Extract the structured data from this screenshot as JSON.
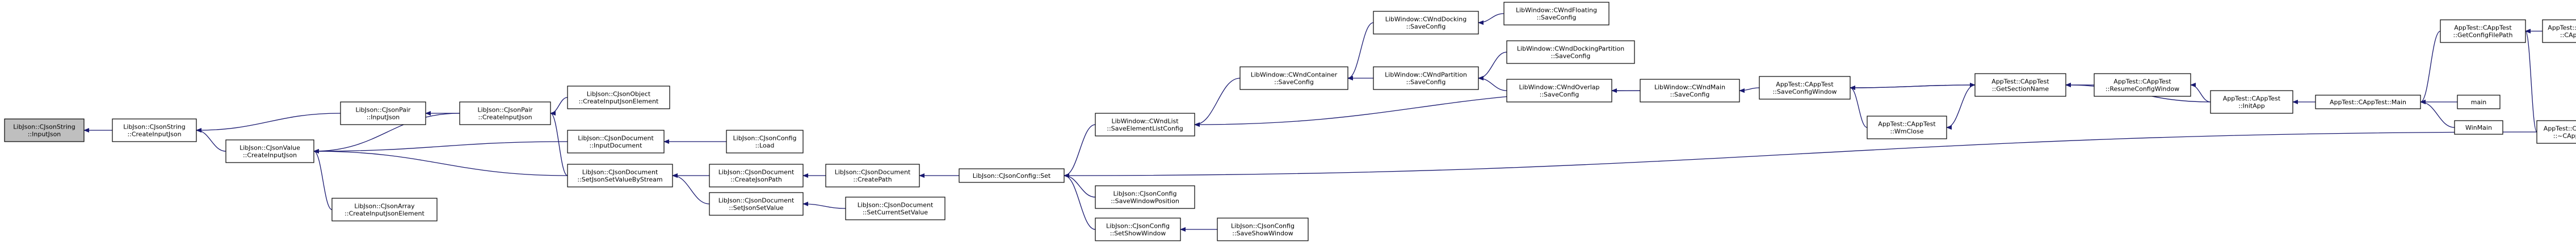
{
  "colors": {
    "edge": "#191970",
    "node_fill": "#ffffff",
    "node_stroke": "#000000",
    "root_fill": "#bfbfbf",
    "background": "#ffffff"
  },
  "nodes": [
    {
      "id": "n_inputjson",
      "lines": [
        "LibJson::CJsonString",
        "::InputJson"
      ],
      "root": true
    },
    {
      "id": "n_string_createinput",
      "lines": [
        "LibJson::CJsonString",
        "::CreateInputJson"
      ]
    },
    {
      "id": "n_pair_input",
      "lines": [
        "LibJson::CJsonPair",
        "::InputJson"
      ]
    },
    {
      "id": "n_value_createinput",
      "lines": [
        "LibJson::CJsonValue",
        "::CreateInputJson"
      ]
    },
    {
      "id": "n_pair_createinput",
      "lines": [
        "LibJson::CJsonPair",
        "::CreateInputJson"
      ]
    },
    {
      "id": "n_array_element",
      "lines": [
        "LibJson::CJsonArray",
        "::CreateInputJsonElement"
      ]
    },
    {
      "id": "n_object_element",
      "lines": [
        "LibJson::CJsonObject",
        "::CreateInputJsonElement"
      ]
    },
    {
      "id": "n_doc_input",
      "lines": [
        "LibJson::CJsonDocument",
        "::InputDocument"
      ]
    },
    {
      "id": "n_doc_setbystream",
      "lines": [
        "LibJson::CJsonDocument",
        "::SetJsonSetValueByStream"
      ]
    },
    {
      "id": "n_doc_setvalue",
      "lines": [
        "LibJson::CJsonDocument",
        "::SetJsonSetValue"
      ]
    },
    {
      "id": "n_config_load",
      "lines": [
        "LibJson::CJsonConfig",
        "::Load"
      ]
    },
    {
      "id": "n_doc_createjsonpath",
      "lines": [
        "LibJson::CJsonDocument",
        "::CreateJsonPath"
      ]
    },
    {
      "id": "n_doc_createpath",
      "lines": [
        "LibJson::CJsonDocument",
        "::CreatePath"
      ]
    },
    {
      "id": "n_doc_setcurrent",
      "lines": [
        "LibJson::CJsonDocument",
        "::SetCurrentSetValue"
      ]
    },
    {
      "id": "n_config_set",
      "lines": [
        "LibJson::CJsonConfig::Set"
      ]
    },
    {
      "id": "n_wndlist_save",
      "lines": [
        "LibWindow::CWndList",
        "::SaveElementListConfig"
      ]
    },
    {
      "id": "n_config_savewinpos",
      "lines": [
        "LibJson::CJsonConfig",
        "::SaveWindowPosition"
      ]
    },
    {
      "id": "n_config_setshow",
      "lines": [
        "LibJson::CJsonConfig",
        "::SetShowWindow"
      ]
    },
    {
      "id": "n_config_saveshow",
      "lines": [
        "LibJson::CJsonConfig",
        "::SaveShowWindow"
      ]
    },
    {
      "id": "n_wndcontainer_save",
      "lines": [
        "LibWindow::CWndContainer",
        "::SaveConfig"
      ]
    },
    {
      "id": "n_wnddocking_save",
      "lines": [
        "LibWindow::CWndDocking",
        "::SaveConfig"
      ]
    },
    {
      "id": "n_wndfloating_save",
      "lines": [
        "LibWindow::CWndFloating",
        "::SaveConfig"
      ]
    },
    {
      "id": "n_wndpartition_save",
      "lines": [
        "LibWindow::CWndPartition",
        "::SaveConfig"
      ]
    },
    {
      "id": "n_wnddockpart_save",
      "lines": [
        "LibWindow::CWndDockingPartition",
        "::SaveConfig"
      ]
    },
    {
      "id": "n_wndoverlap_save",
      "lines": [
        "LibWindow::CWndOverlap",
        "::SaveConfig"
      ]
    },
    {
      "id": "n_wndmain_save",
      "lines": [
        "LibWindow::CWndMain",
        "::SaveConfig"
      ]
    },
    {
      "id": "n_app_saveconfigwindow",
      "lines": [
        "AppTest::CAppTest",
        "::SaveConfigWindow"
      ]
    },
    {
      "id": "n_app_wmclose",
      "lines": [
        "AppTest::CAppTest",
        "::WmClose"
      ]
    },
    {
      "id": "n_app_getsectionname",
      "lines": [
        "AppTest::CAppTest",
        "::GetSectionName"
      ]
    },
    {
      "id": "n_app_resume",
      "lines": [
        "AppTest::CAppTest",
        "::ResumeConfigWindow"
      ]
    },
    {
      "id": "n_app_initapp",
      "lines": [
        "AppTest::CAppTest",
        "::InitApp"
      ]
    },
    {
      "id": "n_app_main",
      "lines": [
        "AppTest::CAppTest::Main"
      ]
    },
    {
      "id": "n_main",
      "lines": [
        "main"
      ]
    },
    {
      "id": "n_winmain",
      "lines": [
        "WinMain"
      ]
    },
    {
      "id": "n_app_getconfigpath",
      "lines": [
        "AppTest::CAppTest",
        "::GetConfigFilePath"
      ]
    },
    {
      "id": "n_app_ctor",
      "lines": [
        "AppTest::CAppTest",
        "::CAppTest"
      ]
    },
    {
      "id": "n_app_dtor",
      "lines": [
        "AppTest::CAppTest",
        "::~CAppTest"
      ]
    }
  ]
}
